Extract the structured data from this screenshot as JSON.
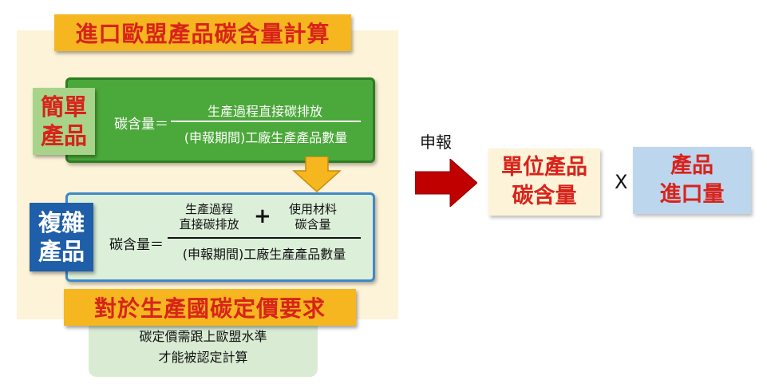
{
  "title": "進口歐盟產品碳含量計算",
  "simple_product": {
    "tag_line1": "簡單",
    "tag_line2": "產品",
    "label": "碳含量＝",
    "numerator": "生產過程直接碳排放",
    "denominator": "(申報期間)工廠生產產品數量"
  },
  "complex_product": {
    "tag_line1": "複雜",
    "tag_line2": "產品",
    "label": "碳含量＝",
    "numerator_a_line1": "生產過程",
    "numerator_a_line2": "直接碳排放",
    "plus": "+",
    "numerator_b_line1": "使用材料",
    "numerator_b_line2": "碳含量",
    "denominator": "(申報期間)工廠生產產品數量"
  },
  "policy": {
    "banner": "對於生產國碳定價要求",
    "note_line1": "碳定價需跟上歐盟水準",
    "note_line2": "才能被認定計算"
  },
  "declaration": {
    "label": "申報",
    "unit_line1": "單位產品",
    "unit_line2": "碳含量",
    "times": "X",
    "import_line1": "產品",
    "import_line2": "進口量"
  },
  "colors": {
    "banner_orange": "#f5b61f",
    "title_red": "#d8231a",
    "simple_green": "#4ba83a",
    "complex_blue": "#1f5ea8",
    "arrow_red": "#c00000",
    "arrow_yellow": "#f5b61f"
  }
}
